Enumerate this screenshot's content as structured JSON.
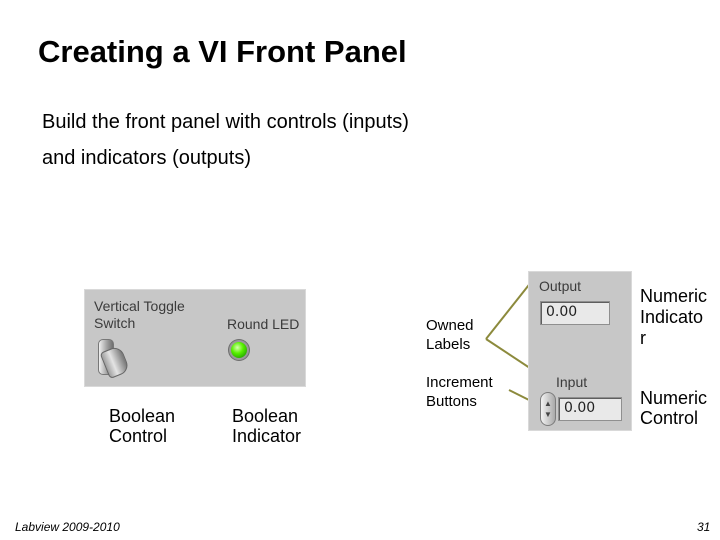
{
  "slide": {
    "title": "Creating a VI Front Panel",
    "subtitle_line1": "Build the front panel with controls (inputs)",
    "subtitle_line2": "and indicators (outputs)",
    "footer_left": "Labview 2009-2010",
    "page_number": "31"
  },
  "left_panel": {
    "toggle_label_line1": "Vertical Toggle",
    "toggle_label_line2": "Switch",
    "led_label": "Round LED",
    "led_color": "#3fd400"
  },
  "right_panel": {
    "output_label": "Output",
    "output_value": "0.00",
    "input_label": "Input",
    "input_value": "0.00"
  },
  "captions": {
    "boolean_control_line1": "Boolean",
    "boolean_control_line2": "Control",
    "boolean_indicator_line1": "Boolean",
    "boolean_indicator_line2": "Indicator",
    "owned_labels_line1": "Owned",
    "owned_labels_line2": "Labels",
    "increment_buttons_line1": "Increment",
    "increment_buttons_line2": "Buttons",
    "numeric_indicator_line1": "Numeric",
    "numeric_indicator_line2": "Indicato",
    "numeric_indicator_line3": "r",
    "numeric_control_line1": "Numeric",
    "numeric_control_line2": "Control"
  },
  "colors": {
    "pointer_line": "#8c8a3c",
    "panel_gray": "#c7c7c7"
  }
}
